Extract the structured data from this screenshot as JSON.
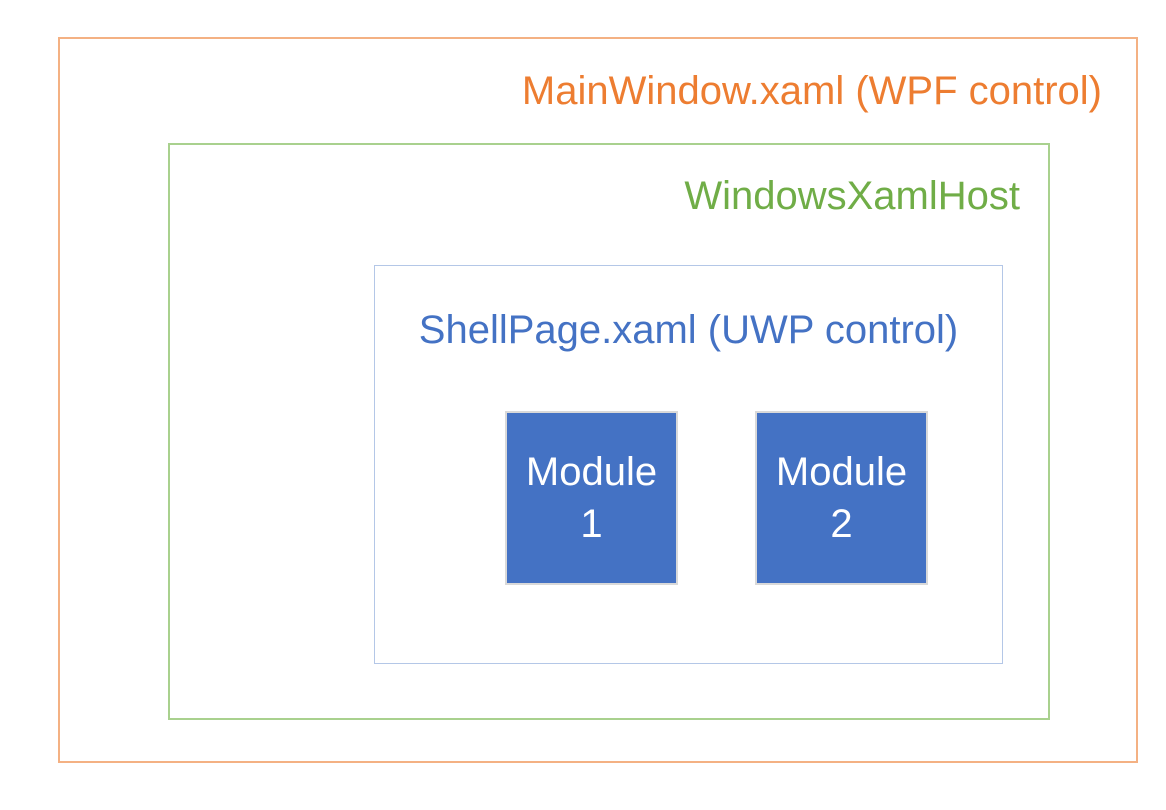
{
  "diagram": {
    "background_color": "#FFFFFF",
    "outer_box": {
      "title": "MainWindow.xaml (WPF control)",
      "text_color": "#ED7D31",
      "border_color": "#F4B183"
    },
    "host_box": {
      "title": "WindowsXamlHost",
      "text_color": "#70AD47",
      "border_color": "#A9D18E"
    },
    "shell_box": {
      "title": "ShellPage.xaml (UWP control)",
      "text_color": "#4472C4",
      "border_color": "#B4C7E7"
    },
    "modules": [
      {
        "label": "Module",
        "number": "1",
        "fill_color": "#4472C4",
        "border_color": "#D9D9D9",
        "text_color": "#FFFFFF"
      },
      {
        "label": "Module",
        "number": "2",
        "fill_color": "#4472C4",
        "border_color": "#D9D9D9",
        "text_color": "#FFFFFF"
      }
    ]
  }
}
